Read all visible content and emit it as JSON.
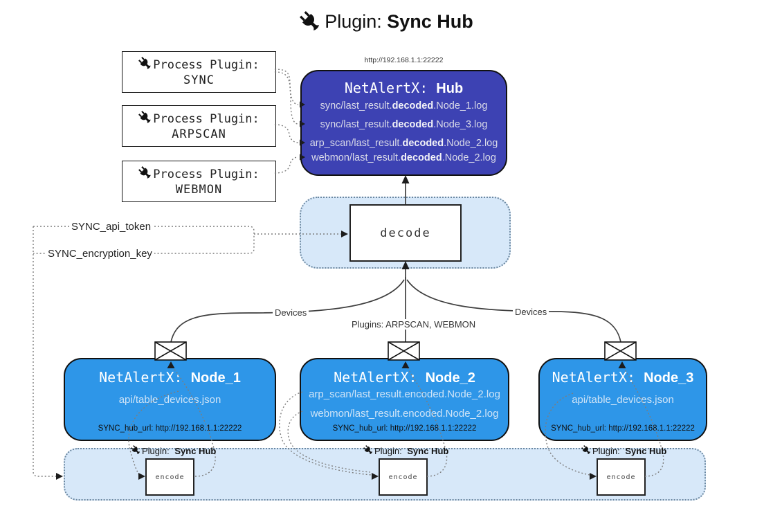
{
  "title": {
    "prefix": "Plugin:",
    "name": "Sync Hub"
  },
  "process_plugins": [
    {
      "label": "Process Plugin:",
      "name": "SYNC"
    },
    {
      "label": "Process Plugin:",
      "name": "ARPSCAN"
    },
    {
      "label": "Process Plugin:",
      "name": "WEBMON"
    }
  ],
  "hub": {
    "url_label": "http://192.168.1.1:22222",
    "title_prefix": "NetAlertX: ",
    "title_name": "Hub",
    "lines": [
      {
        "pre": "sync/last_result.",
        "bold": "decoded",
        "post": ".Node_1.log"
      },
      {
        "pre": "sync/last_result.",
        "bold": "decoded",
        "post": ".Node_3.log"
      },
      {
        "pre": "arp_scan/last_result.",
        "bold": "decoded",
        "post": ".Node_2.log"
      },
      {
        "pre": "webmon/last_result.",
        "bold": "decoded",
        "post": ".Node_2.log"
      }
    ]
  },
  "decode": {
    "label": "decode"
  },
  "labels": {
    "api_token": "SYNC_api_token",
    "encryption_key": "SYNC_encryption_key",
    "devices_left": "Devices",
    "devices_right": "Devices",
    "plugins_mid": "Plugins: ARPSCAN, WEBMON"
  },
  "nodes": [
    {
      "title_prefix": "NetAlertX: ",
      "title_name": "Node_1",
      "line1": "api/table_devices.json",
      "line2": "",
      "hub_url": "SYNC_hub_url: http://192.168.1.1:22222"
    },
    {
      "title_prefix": "NetAlertX: ",
      "title_name": "Node_2",
      "line1": "arp_scan/last_result.encoded.Node_2.log",
      "line2": "webmon/last_result.encoded.Node_2.log",
      "hub_url": "SYNC_hub_url: http://192.168.1.1:22222"
    },
    {
      "title_prefix": "NetAlertX: ",
      "title_name": "Node_3",
      "line1": "api/table_devices.json",
      "line2": "",
      "hub_url": "SYNC_hub_url: http://192.168.1.1:22222"
    }
  ],
  "encoders": [
    {
      "plugin_label": "Plugin:",
      "plugin_name": "Sync Hub",
      "box_label": "encode"
    },
    {
      "plugin_label": "Plugin:",
      "plugin_name": "Sync Hub",
      "box_label": "encode"
    },
    {
      "plugin_label": "Plugin:",
      "plugin_name": "Sync Hub",
      "box_label": "encode"
    }
  ],
  "colors": {
    "hub_fill": "#3d42b3",
    "node_fill": "#2e96e8",
    "panel_fill": "#d7e8f9",
    "panel_border": "#6b87a0",
    "solid_line": "#3f3f3f",
    "dotted_line": "#7d7d7d",
    "arrowhead": "#1c1c1c"
  }
}
